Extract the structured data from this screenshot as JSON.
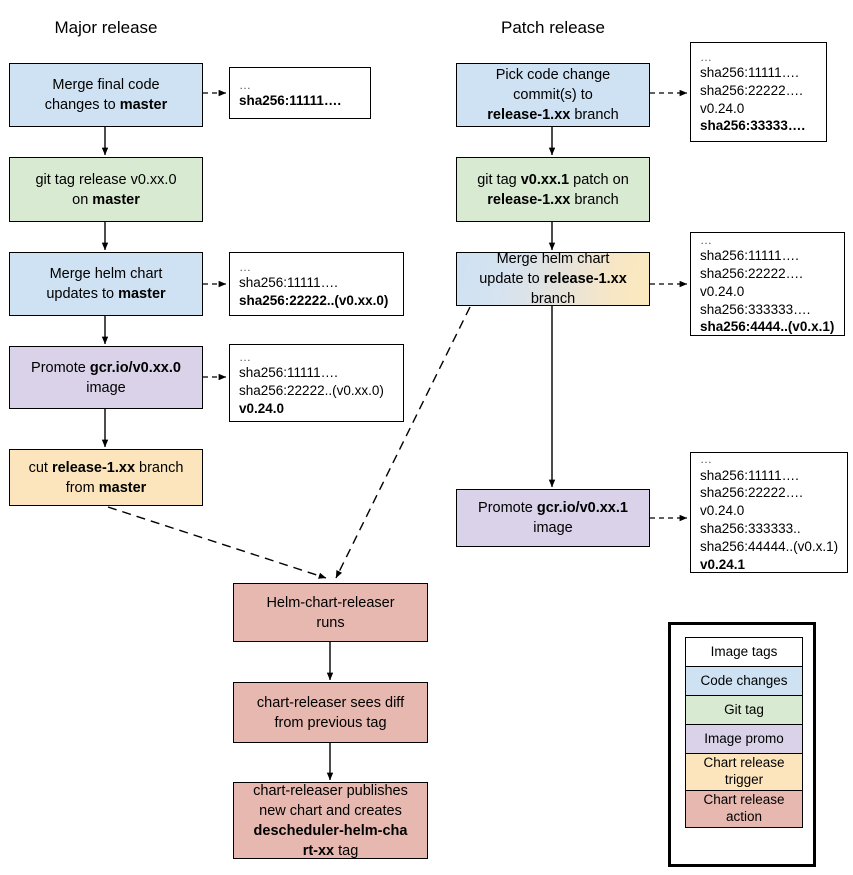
{
  "titles": {
    "major": "Major release",
    "patch": "Patch release"
  },
  "major_flow": [
    {
      "id": "merge-final-code",
      "kind": "code-changes",
      "color": "#cfe2f3",
      "lines": [
        {
          "t": "Merge final code"
        },
        {
          "t": "changes to "
        },
        {
          "t": "master",
          "b": true
        }
      ]
    },
    {
      "id": "git-tag-release",
      "kind": "git-tag",
      "color": "#d9ead3",
      "lines": [
        {
          "t": "git tag release v0.xx.0"
        },
        {
          "t": "on "
        },
        {
          "t": "master",
          "b": true
        }
      ]
    },
    {
      "id": "merge-helm-chart-updates",
      "kind": "code-changes",
      "color": "#cfe2f3",
      "lines": [
        {
          "t": "Merge helm chart"
        },
        {
          "t": "updates to "
        },
        {
          "t": "master",
          "b": true
        }
      ]
    },
    {
      "id": "promote-image-major",
      "kind": "image-promo",
      "color": "#d9d2e9",
      "lines": [
        {
          "t": "Promote "
        },
        {
          "t": "gcr.io/v0.xx.0",
          "b": true
        },
        {
          "t": "image"
        }
      ]
    },
    {
      "id": "cut-release-branch",
      "kind": "chart-release-trigger",
      "color": "#fce5bd",
      "lines": [
        {
          "t": "cut "
        },
        {
          "t": "release-1.xx",
          "b": true
        },
        {
          "t": " branch"
        },
        {
          "t": "from "
        },
        {
          "t": "master",
          "b": true
        }
      ]
    }
  ],
  "major_nodes": {
    "merge_final_code": {
      "l1": "Merge final code",
      "l2_pre": "changes to ",
      "l2_b": "master"
    },
    "git_tag_release": {
      "l1": "git tag release v0.xx.0",
      "l2_pre": "on ",
      "l2_b": "master"
    },
    "merge_helm_chart": {
      "l1": "Merge helm chart",
      "l2_pre": "updates to ",
      "l2_b": "master"
    },
    "promote_image": {
      "l1_pre": "Promote ",
      "l1_b": "gcr.io/v0.xx.0",
      "l2": "image"
    },
    "cut_branch": {
      "l1_pre": "cut ",
      "l1_b": "release-1.xx",
      "l1_post": " branch",
      "l2_pre": "from ",
      "l2_b": "master"
    }
  },
  "patch_nodes": {
    "pick_code_change": {
      "l1": "Pick code change",
      "l2": "commit(s) to",
      "l3_b": "release-1.xx",
      "l3_post": " branch"
    },
    "git_tag_patch": {
      "l1_pre": "git tag ",
      "l1_b": "v0.xx.1",
      "l1_post": " patch on",
      "l2_b": "release-1.xx",
      "l2_post": " branch"
    },
    "merge_helm_update": {
      "l1": "Merge helm chart",
      "l2_pre": "update to ",
      "l2_b": "release-1.xx",
      "l3": "branch"
    },
    "promote_image": {
      "l1_pre": "Promote ",
      "l1_b": "gcr.io/v0.xx.1",
      "l2": "image"
    }
  },
  "bottom_nodes": {
    "releaser_runs": {
      "l1": "Helm-chart-releaser",
      "l2": "runs"
    },
    "releaser_sees_diff": {
      "l1": "chart-releaser sees diff",
      "l2": "from previous tag"
    },
    "releaser_publishes": {
      "l1": "chart-releaser publishes",
      "l2": "new chart and creates",
      "l3_b": "descheduler-helm-cha",
      "l4_b": "rt-xx",
      "l4_post": " tag"
    }
  },
  "tag_boxes": {
    "major_1": {
      "name": "tags-after-merge-final-code",
      "lines": [
        {
          "t": "…",
          "dots": true
        },
        {
          "t": "sha256:11111….",
          "b": true
        }
      ]
    },
    "major_2": {
      "name": "tags-after-merge-helm-chart",
      "lines": [
        {
          "t": "…",
          "dots": true
        },
        {
          "t": "sha256:11111…."
        },
        {
          "t": "sha256:22222..(v0.xx.0)",
          "b": true
        }
      ]
    },
    "major_3": {
      "name": "tags-after-promote-image-major",
      "lines": [
        {
          "t": "…",
          "dots": true
        },
        {
          "t": "sha256:11111…."
        },
        {
          "t": "sha256:22222..(v0.xx.0)"
        },
        {
          "t": "v0.24.0",
          "b": true
        }
      ]
    },
    "patch_1": {
      "name": "tags-after-pick-code-change",
      "lines": [
        {
          "t": "…",
          "dots": true
        },
        {
          "t": "sha256:11111…."
        },
        {
          "t": "sha256:22222…."
        },
        {
          "t": "v0.24.0"
        },
        {
          "t": "sha256:33333….",
          "b": true
        }
      ]
    },
    "patch_2": {
      "name": "tags-after-merge-helm-update",
      "lines": [
        {
          "t": "…",
          "dots": true
        },
        {
          "t": "sha256:11111…."
        },
        {
          "t": "sha256:22222…."
        },
        {
          "t": "v0.24.0"
        },
        {
          "t": "sha256:333333…."
        },
        {
          "t": "sha256:4444..(v0.x.1)",
          "b": true
        }
      ]
    },
    "patch_3": {
      "name": "tags-after-promote-image-patch",
      "lines": [
        {
          "t": "…",
          "dots": true
        },
        {
          "t": "sha256:11111…."
        },
        {
          "t": "sha256:22222…."
        },
        {
          "t": "v0.24.0"
        },
        {
          "t": "sha256:333333.."
        },
        {
          "t": "sha256:44444..(v0.x.1)"
        },
        {
          "t": "v0.24.1",
          "b": true
        }
      ]
    }
  },
  "legend": {
    "items": [
      {
        "label": "Image tags",
        "color": "#ffffff",
        "name": "legend-image-tags"
      },
      {
        "label": "Code changes",
        "color": "#cfe2f3",
        "name": "legend-code-changes"
      },
      {
        "label": "Git tag",
        "color": "#d9ead3",
        "name": "legend-git-tag"
      },
      {
        "label": "Image promo",
        "color": "#d9d2e9",
        "name": "legend-image-promo"
      },
      {
        "label": "Chart release trigger",
        "color": "#fce5bd",
        "name": "legend-chart-release-trigger"
      },
      {
        "label": "Chart release action",
        "color": "#e6b8af",
        "name": "legend-chart-release-action"
      }
    ]
  },
  "colors": {
    "code_changes": "#cfe2f3",
    "git_tag": "#d9ead3",
    "image_promo": "#d9d2e9",
    "chart_release_trigger": "#fce5bd",
    "chart_release_action": "#e6b8af",
    "image_tags": "#ffffff",
    "stroke": "#000000"
  }
}
